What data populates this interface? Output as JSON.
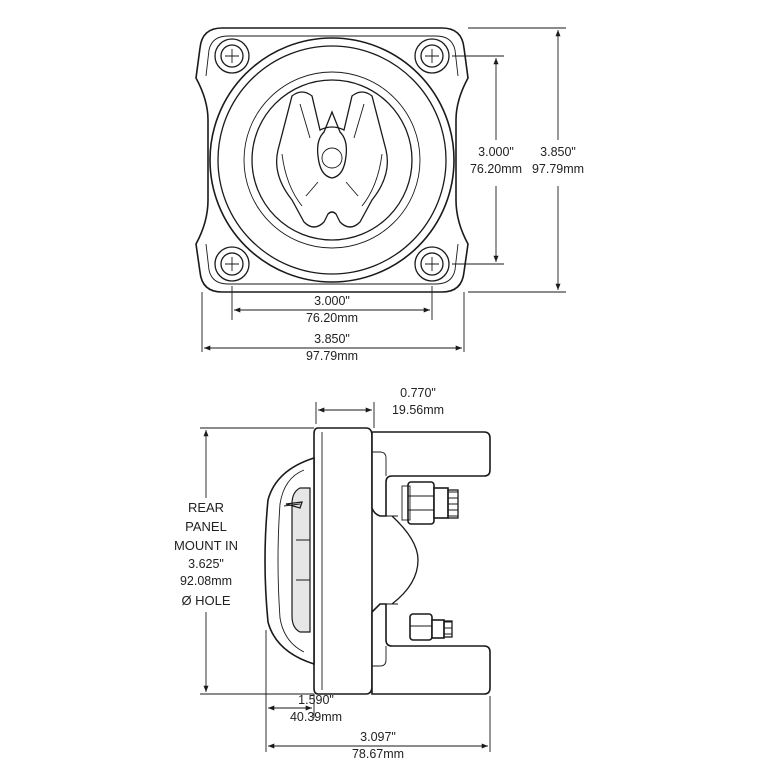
{
  "front_view": {
    "bolt_spacing_vertical": {
      "inches": "3.000\"",
      "mm": "76.20mm"
    },
    "overall_height": {
      "inches": "3.850\"",
      "mm": "97.79mm"
    },
    "bolt_spacing_horizontal": {
      "inches": "3.000\"",
      "mm": "76.20mm"
    },
    "overall_width": {
      "inches": "3.850\"",
      "mm": "97.79mm"
    }
  },
  "side_view": {
    "flange_depth": {
      "inches": "0.770\"",
      "mm": "19.56mm"
    },
    "panel_mount_note": {
      "line1": "REAR",
      "line2": "PANEL",
      "line3": "MOUNT IN",
      "line4": "3.625\"",
      "line5": "92.08mm",
      "line6": "Ø HOLE"
    },
    "knob_protrusion": {
      "inches": "1.590\"",
      "mm": "40.39mm"
    },
    "overall_depth": {
      "inches": "3.097\"",
      "mm": "78.67mm"
    }
  }
}
